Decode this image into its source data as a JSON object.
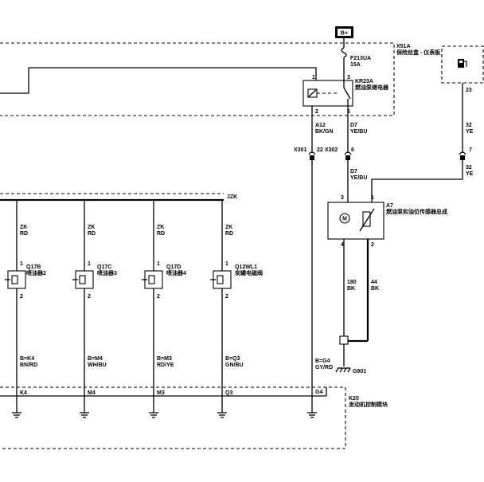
{
  "battery": {
    "label": "B+"
  },
  "fuse": {
    "code": "F213UA",
    "rating": "15A"
  },
  "fuse_block": {
    "code": "X51A",
    "name": "保险丝盒 - 仪表板"
  },
  "relay": {
    "code": "KR23A",
    "name": "燃油泵继电器",
    "pins": {
      "p1": "1",
      "p2": "2",
      "p3": "3",
      "p5": "5"
    }
  },
  "wires": {
    "relay_p2": {
      "a": "A12",
      "b": "BK/GN"
    },
    "relay_p5": {
      "a": "D7",
      "b": "YE/BU"
    },
    "gauge_top": {
      "a": "32",
      "b": "YE"
    },
    "gauge_bottom": {
      "a": "32",
      "b": "YE"
    },
    "to_pump": {
      "a": "D7",
      "b": "YE/BU"
    },
    "pump_ground": {
      "a": "180",
      "b": "BK"
    },
    "sensor_ground": {
      "a": "44",
      "b": "BK"
    },
    "ecm_g4": {
      "a": "B=G4",
      "b": "GY/RD"
    }
  },
  "gauge": {
    "pin": "23",
    "icon": "fuel-pump-icon"
  },
  "connectors": {
    "x301": {
      "name": "X301",
      "pin": "22"
    },
    "x302": {
      "name": "X302",
      "pin": "6"
    },
    "right_pin": "7"
  },
  "pump_module": {
    "code": "A7",
    "name": "燃油泵和油位传感器总成",
    "motor": "M",
    "pins": {
      "p3": "3",
      "p1": "1",
      "p4": "4",
      "p2": "2"
    }
  },
  "ground": {
    "code": "G901"
  },
  "bus": {
    "code": "JZK"
  },
  "injectors": [
    {
      "id": "left",
      "code": "Q17B",
      "name": "喷油器2",
      "wire_a": "ZK",
      "wire_b": "RD",
      "pin1": "1",
      "pin2": "2",
      "bottom_a": "B=K4",
      "bottom_b": "BN/RD",
      "ecm_pin": "K4"
    },
    {
      "id": "c",
      "code": "Q17C",
      "name": "喷油器3",
      "wire_a": "ZK",
      "wire_b": "RD",
      "pin1": "1",
      "pin2": "2",
      "bottom_a": "B=M4",
      "bottom_b": "WH/BU",
      "ecm_pin": "M4"
    },
    {
      "id": "d",
      "code": "Q17D",
      "name": "喷油器4",
      "wire_a": "ZK",
      "wire_b": "RD",
      "pin1": "1",
      "pin2": "2",
      "bottom_a": "B=M3",
      "bottom_b": "RD/YE",
      "ecm_pin": "M3"
    },
    {
      "id": "w",
      "code": "Q12WL1",
      "name": "炭罐电磁阀",
      "wire_a": "ZK",
      "wire_b": "RD",
      "pin1": "1",
      "pin2": "2",
      "bottom_a": "B=Q3",
      "bottom_b": "GN/BU",
      "ecm_pin": "Q3"
    }
  ],
  "ecm": {
    "code": "K20",
    "name": "发动机控制模块",
    "pin_g4": "G4"
  }
}
